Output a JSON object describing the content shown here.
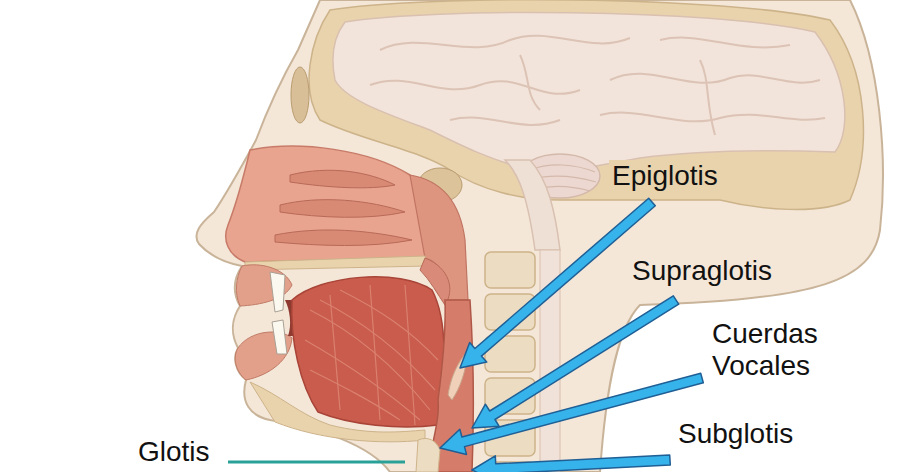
{
  "diagram": {
    "labels": [
      "Epiglotis",
      "Supraglotis",
      "Cuerdas Vocales",
      "Subglotis",
      "Glotis"
    ]
  }
}
